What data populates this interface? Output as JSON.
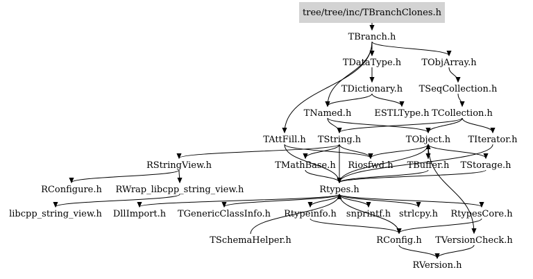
{
  "graph": {
    "root": "tree/tree/inc/TBranchClones.h",
    "nodes": [
      {
        "id": "root",
        "label": "tree/tree/inc/TBranchClones.h"
      },
      {
        "id": "TBranch",
        "label": "TBranch.h"
      },
      {
        "id": "TDataType",
        "label": "TDataType.h"
      },
      {
        "id": "TObjArray",
        "label": "TObjArray.h"
      },
      {
        "id": "TDictionary",
        "label": "TDictionary.h"
      },
      {
        "id": "TSeqCollection",
        "label": "TSeqCollection.h"
      },
      {
        "id": "TNamed",
        "label": "TNamed.h"
      },
      {
        "id": "ESTLType",
        "label": "ESTLType.h"
      },
      {
        "id": "TCollection",
        "label": "TCollection.h"
      },
      {
        "id": "TAttFill",
        "label": "TAttFill.h"
      },
      {
        "id": "TString",
        "label": "TString.h"
      },
      {
        "id": "TObject",
        "label": "TObject.h"
      },
      {
        "id": "TIterator",
        "label": "TIterator.h"
      },
      {
        "id": "RStringView",
        "label": "RStringView.h"
      },
      {
        "id": "TMathBase",
        "label": "TMathBase.h"
      },
      {
        "id": "Riosfwd",
        "label": "Riosfwd.h"
      },
      {
        "id": "TBuffer",
        "label": "TBuffer.h"
      },
      {
        "id": "TStorage",
        "label": "TStorage.h"
      },
      {
        "id": "RConfigure",
        "label": "RConfigure.h"
      },
      {
        "id": "RWrap",
        "label": "RWrap_libcpp_string_view.h"
      },
      {
        "id": "Rtypes",
        "label": "Rtypes.h"
      },
      {
        "id": "libcpp",
        "label": "libcpp_string_view.h"
      },
      {
        "id": "DllImport",
        "label": "DllImport.h"
      },
      {
        "id": "TGenericClassInfo",
        "label": "TGenericClassInfo.h"
      },
      {
        "id": "Rtypeinfo",
        "label": "Rtypeinfo.h"
      },
      {
        "id": "snprintf",
        "label": "snprintf.h"
      },
      {
        "id": "strlcpy",
        "label": "strlcpy.h"
      },
      {
        "id": "RtypesCore",
        "label": "RtypesCore.h"
      },
      {
        "id": "TSchemaHelper",
        "label": "TSchemaHelper.h"
      },
      {
        "id": "RConfig",
        "label": "RConfig.h"
      },
      {
        "id": "TVersionCheck",
        "label": "TVersionCheck.h"
      },
      {
        "id": "RVersion",
        "label": "RVersion.h"
      }
    ],
    "edges": [
      [
        "root",
        "TBranch"
      ],
      [
        "TBranch",
        "TDataType"
      ],
      [
        "TBranch",
        "TObjArray"
      ],
      [
        "TBranch",
        "TNamed"
      ],
      [
        "TBranch",
        "TAttFill"
      ],
      [
        "TDataType",
        "TDictionary"
      ],
      [
        "TObjArray",
        "TSeqCollection"
      ],
      [
        "TDictionary",
        "TNamed"
      ],
      [
        "TDictionary",
        "ESTLType"
      ],
      [
        "TSeqCollection",
        "TCollection"
      ],
      [
        "TNamed",
        "TString"
      ],
      [
        "TNamed",
        "TObject"
      ],
      [
        "TCollection",
        "TObject"
      ],
      [
        "TCollection",
        "TString"
      ],
      [
        "TCollection",
        "TIterator"
      ],
      [
        "TAttFill",
        "Riosfwd"
      ],
      [
        "TAttFill",
        "Rtypes"
      ],
      [
        "TString",
        "RStringView"
      ],
      [
        "TString",
        "TMathBase"
      ],
      [
        "TString",
        "Riosfwd"
      ],
      [
        "TString",
        "Rtypes"
      ],
      [
        "TObject",
        "Riosfwd"
      ],
      [
        "TObject",
        "TBuffer"
      ],
      [
        "TObject",
        "TStorage"
      ],
      [
        "TObject",
        "Rtypes"
      ],
      [
        "TObject",
        "TVersionCheck"
      ],
      [
        "TBuffer",
        "TObject"
      ],
      [
        "TBuffer",
        "Rtypes"
      ],
      [
        "TIterator",
        "Rtypes"
      ],
      [
        "TStorage",
        "Rtypes"
      ],
      [
        "TMathBase",
        "Rtypes"
      ],
      [
        "RStringView",
        "RConfigure"
      ],
      [
        "RStringView",
        "RWrap"
      ],
      [
        "RWrap",
        "libcpp"
      ],
      [
        "Rtypes",
        "DllImport"
      ],
      [
        "Rtypes",
        "TGenericClassInfo"
      ],
      [
        "Rtypes",
        "Rtypeinfo"
      ],
      [
        "Rtypes",
        "snprintf"
      ],
      [
        "Rtypes",
        "strlcpy"
      ],
      [
        "Rtypes",
        "RtypesCore"
      ],
      [
        "Rtypes",
        "RConfig"
      ],
      [
        "TSchemaHelper",
        "Rtypes"
      ],
      [
        "Rtypeinfo",
        "RConfig"
      ],
      [
        "RtypesCore",
        "RConfig"
      ],
      [
        "TVersionCheck",
        "RVersion"
      ],
      [
        "RConfig",
        "RVersion"
      ]
    ]
  }
}
